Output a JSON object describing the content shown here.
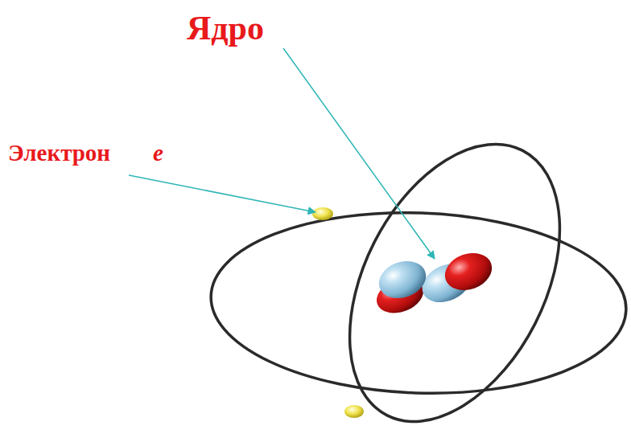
{
  "diagram": {
    "labels": [
      "Ядро",
      "Электрон",
      "e"
    ]
  }
}
